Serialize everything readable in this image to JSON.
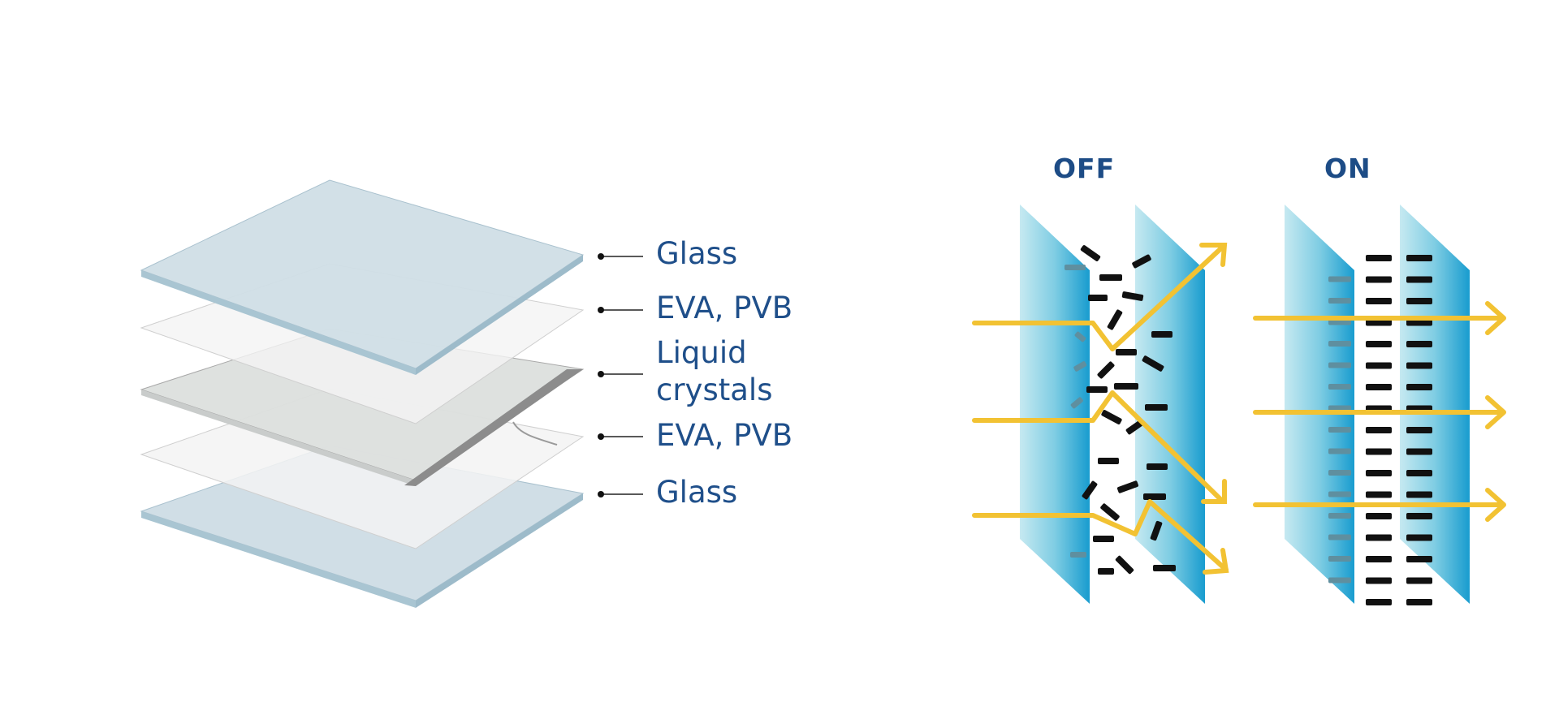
{
  "layers_diagram": {
    "labels": [
      {
        "key": "glass_top",
        "text": "Glass"
      },
      {
        "key": "eva_top",
        "text": "EVA, PVB"
      },
      {
        "key": "liquid",
        "text": "Liquid\ncrystals"
      },
      {
        "key": "eva_bottom",
        "text": "EVA, PVB"
      },
      {
        "key": "glass_bottom",
        "text": "Glass"
      }
    ]
  },
  "states_diagram": {
    "off_title": "OFF",
    "on_title": "ON"
  },
  "colors": {
    "label_text": "#1f4f8a",
    "glass_fill": "#cfdde5",
    "glass_edge": "#9fbccb",
    "film_fill": "#eeeeee",
    "liquid_fill": "#d8dbd9",
    "liquid_edge": "#8a8a8a",
    "light_ray": "#f2c233",
    "crystal": "#111111",
    "panel_blue": "#1ea3d3"
  }
}
